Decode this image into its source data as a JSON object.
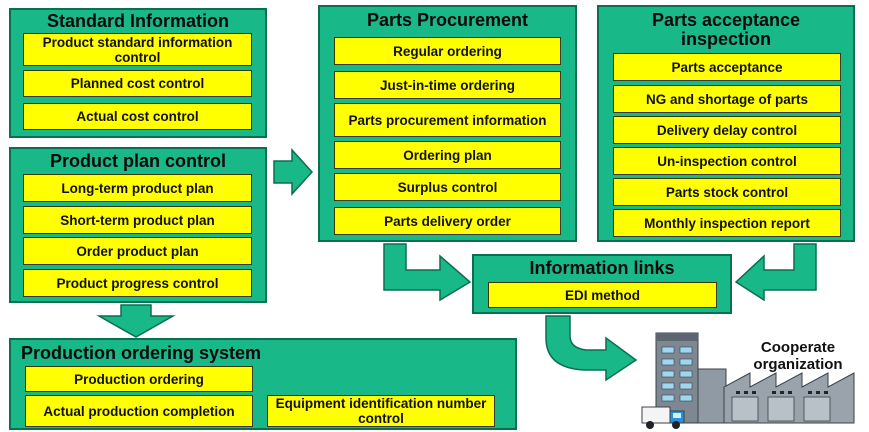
{
  "standard_information": {
    "title": "Standard Information",
    "items": [
      "Product standard information control",
      "Planned cost control",
      "Actual cost control"
    ]
  },
  "product_plan_control": {
    "title": "Product plan control",
    "items": [
      "Long-term product plan",
      "Short-term product plan",
      "Order product plan",
      "Product progress control"
    ]
  },
  "parts_procurement": {
    "title": "Parts Procurement",
    "items": [
      "Regular ordering",
      "Just-in-time ordering",
      "Parts procurement information",
      "Ordering plan",
      "Surplus control",
      "Parts delivery order"
    ]
  },
  "parts_acceptance_inspection": {
    "title": "Parts acceptance inspection",
    "items": [
      "Parts acceptance",
      "NG and shortage of parts",
      "Delivery delay control",
      "Un-inspection control",
      "Parts stock control",
      "Monthly inspection report"
    ]
  },
  "information_links": {
    "title": "Information links",
    "items": [
      "EDI method"
    ]
  },
  "production_ordering_system": {
    "title": "Production ordering system",
    "items": [
      "Production ordering",
      "Actual production completion",
      "Equipment identification number control"
    ]
  },
  "cooperate_organization": {
    "label": "Cooperate organization"
  },
  "colors": {
    "panel": "#19b889",
    "panel_border": "#0a6e50",
    "item": "#ffff00",
    "arrow": "#19b889"
  }
}
